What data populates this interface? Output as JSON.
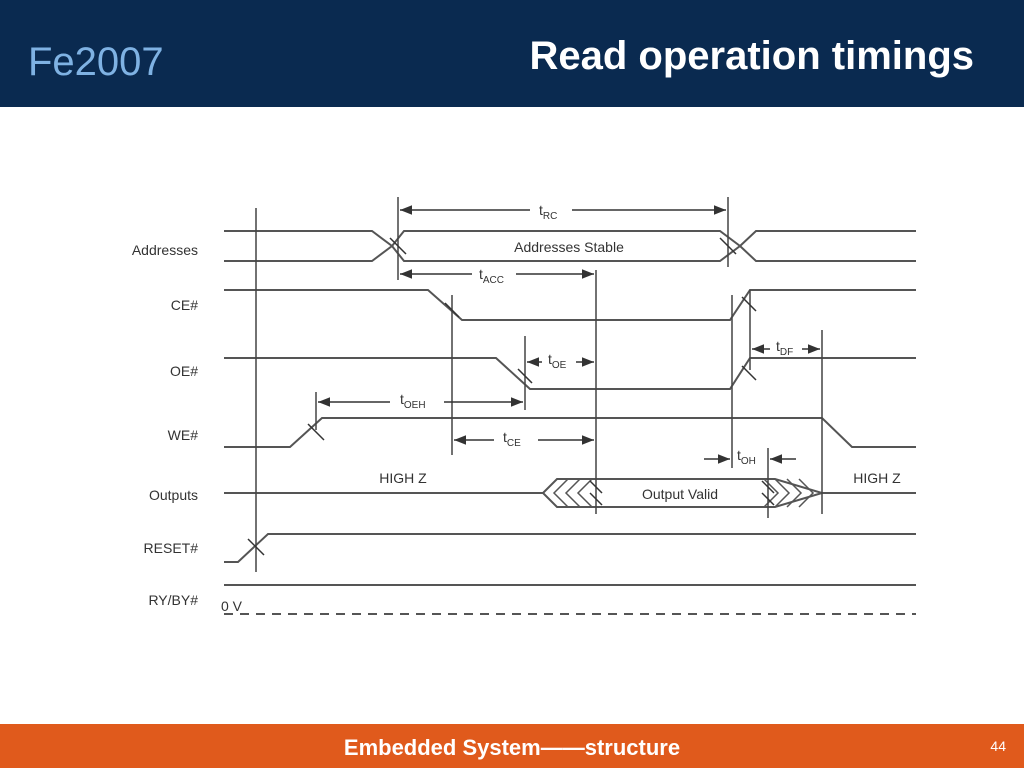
{
  "header": {
    "brand": "Fe2007",
    "title": "Read operation timings"
  },
  "footer": {
    "text": "Embedded System——structure",
    "page": "44"
  },
  "colors": {
    "header_bg": "#0a2a50",
    "brand": "#7fb2e3",
    "footer_bg": "#e05a1c",
    "waveform": "#555555"
  },
  "diagram": {
    "signals": [
      "Addresses",
      "CE#",
      "OE#",
      "WE#",
      "Outputs",
      "RESET#",
      "RY/BY#"
    ],
    "labels": {
      "addresses_stable": "Addresses Stable",
      "output_valid": "Output Valid",
      "high_z_left": "HIGH Z",
      "high_z_right": "HIGH Z",
      "zero_v": "0 V"
    },
    "timings": {
      "trc": {
        "t": "t",
        "sub": "RC"
      },
      "tacc": {
        "t": "t",
        "sub": "ACC"
      },
      "toe": {
        "t": "t",
        "sub": "OE"
      },
      "tdf": {
        "t": "t",
        "sub": "DF"
      },
      "toeh": {
        "t": "t",
        "sub": "OEH"
      },
      "tce": {
        "t": "t",
        "sub": "CE"
      },
      "toh": {
        "t": "t",
        "sub": "OH"
      }
    }
  }
}
